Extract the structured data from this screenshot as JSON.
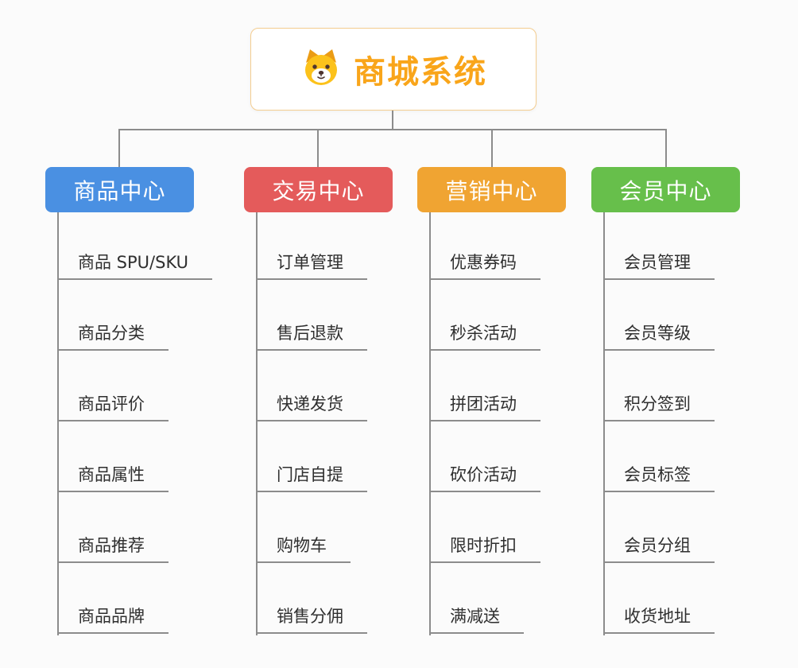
{
  "root": {
    "title": "商城系统",
    "icon": "dog-icon",
    "title_color": "#f9a51a",
    "border_color": "#f4cd90"
  },
  "connector_color": "#8c8c8c",
  "branches": [
    {
      "label": "商品中心",
      "color": "#4a90e2",
      "items": [
        "商品 SPU/SKU",
        "商品分类",
        "商品评价",
        "商品属性",
        "商品推荐",
        "商品品牌"
      ]
    },
    {
      "label": "交易中心",
      "color": "#e45b5b",
      "items": [
        "订单管理",
        "售后退款",
        "快递发货",
        "门店自提",
        "购物车",
        "销售分佣"
      ]
    },
    {
      "label": "营销中心",
      "color": "#f0a432",
      "items": [
        "优惠券码",
        "秒杀活动",
        "拼团活动",
        "砍价活动",
        "限时折扣",
        "满减送"
      ]
    },
    {
      "label": "会员中心",
      "color": "#67bf4b",
      "items": [
        "会员管理",
        "会员等级",
        "积分签到",
        "会员标签",
        "会员分组",
        "收货地址"
      ]
    }
  ]
}
